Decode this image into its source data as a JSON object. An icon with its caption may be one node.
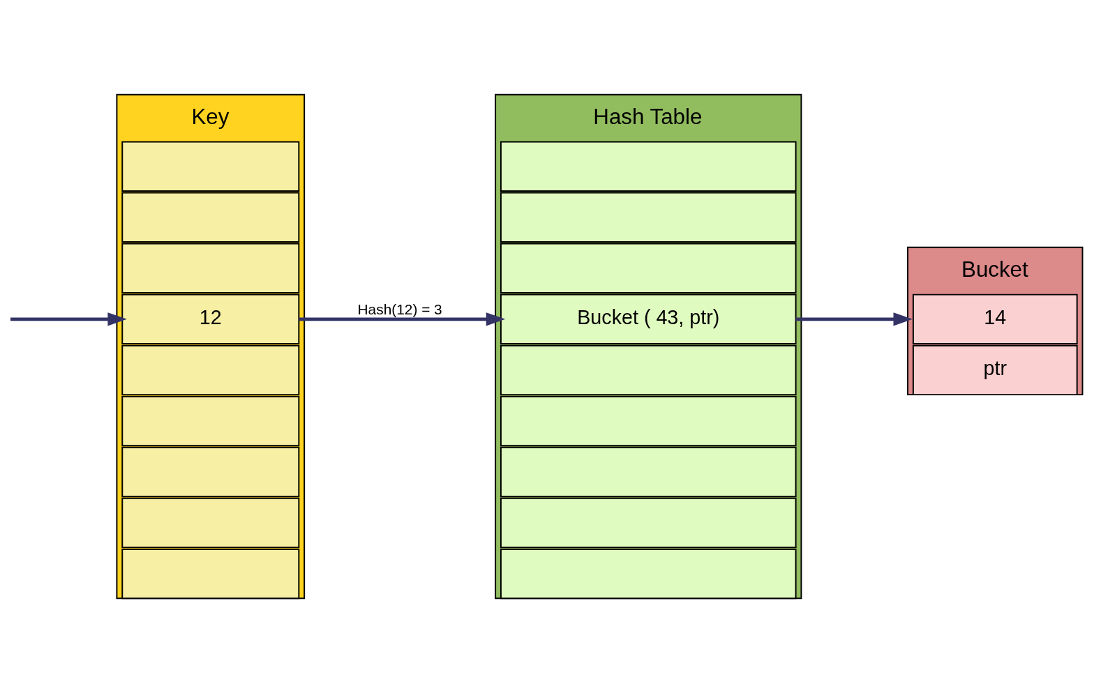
{
  "diagram": {
    "nodes": [
      {
        "text": [
          "Key"
        ]
      },
      {
        "text": [],
        "shape": "box",
        "in": 0
      },
      {
        "text": [],
        "shape": "box",
        "in": 0
      },
      {
        "text": [],
        "shape": "box",
        "in": 0
      },
      {
        "text": [
          "12"
        ],
        "in": 0
      },
      {
        "text": [],
        "shape": "box",
        "in": 0
      },
      {
        "text": [],
        "shape": "box",
        "in": 0
      },
      {
        "text": [],
        "shape": "box",
        "in": 0
      },
      {
        "text": [],
        "shape": "box",
        "in": 0
      },
      {
        "text": [],
        "shape": "box",
        "in": 0
      },
      {
        "text": [
          "Hash Table"
        ]
      },
      {
        "text": [],
        "shape": "box",
        "in": 10
      },
      {
        "text": [],
        "shape": "box",
        "in": 10
      },
      {
        "text": [],
        "shape": "box",
        "in": 10
      },
      {
        "text": [
          "Bucket ( 43, ptr)"
        ],
        "in": 10
      },
      {
        "text": [],
        "shape": "box",
        "in": 10
      },
      {
        "text": [],
        "shape": "box",
        "in": 10
      },
      {
        "text": [],
        "shape": "box",
        "in": 10
      },
      {
        "text": [],
        "shape": "box",
        "in": 10
      },
      {
        "text": [],
        "shape": "box",
        "in": 10
      },
      {
        "text": [
          "Bucket"
        ]
      },
      {
        "text": [
          "14"
        ],
        "in": 20
      },
      {
        "text": [
          "ptr"
        ],
        "in": 20
      }
    ],
    "edges": [
      {
        "from": null,
        "to": 4,
        "arrow": "to"
      },
      {
        "from": 4,
        "to": 14,
        "arrow": "to",
        "label": "Hash(12) = 3"
      },
      {
        "from": 14,
        "to": 20,
        "arrow": "to"
      }
    ]
  }
}
